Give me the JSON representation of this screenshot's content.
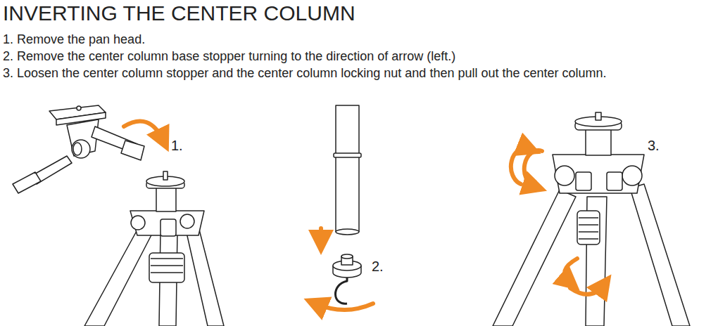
{
  "diagram": {
    "title": "INVERTING THE CENTER COLUMN",
    "labels": [
      "1. Remove the pan head.",
      "2. Remove the center column base stopper turning to the direction of arrow (left.)",
      "3. Loosen the center column stopper and the center column locking nut and then pull out the center column.",
      "1.",
      "2.",
      "3."
    ]
  }
}
